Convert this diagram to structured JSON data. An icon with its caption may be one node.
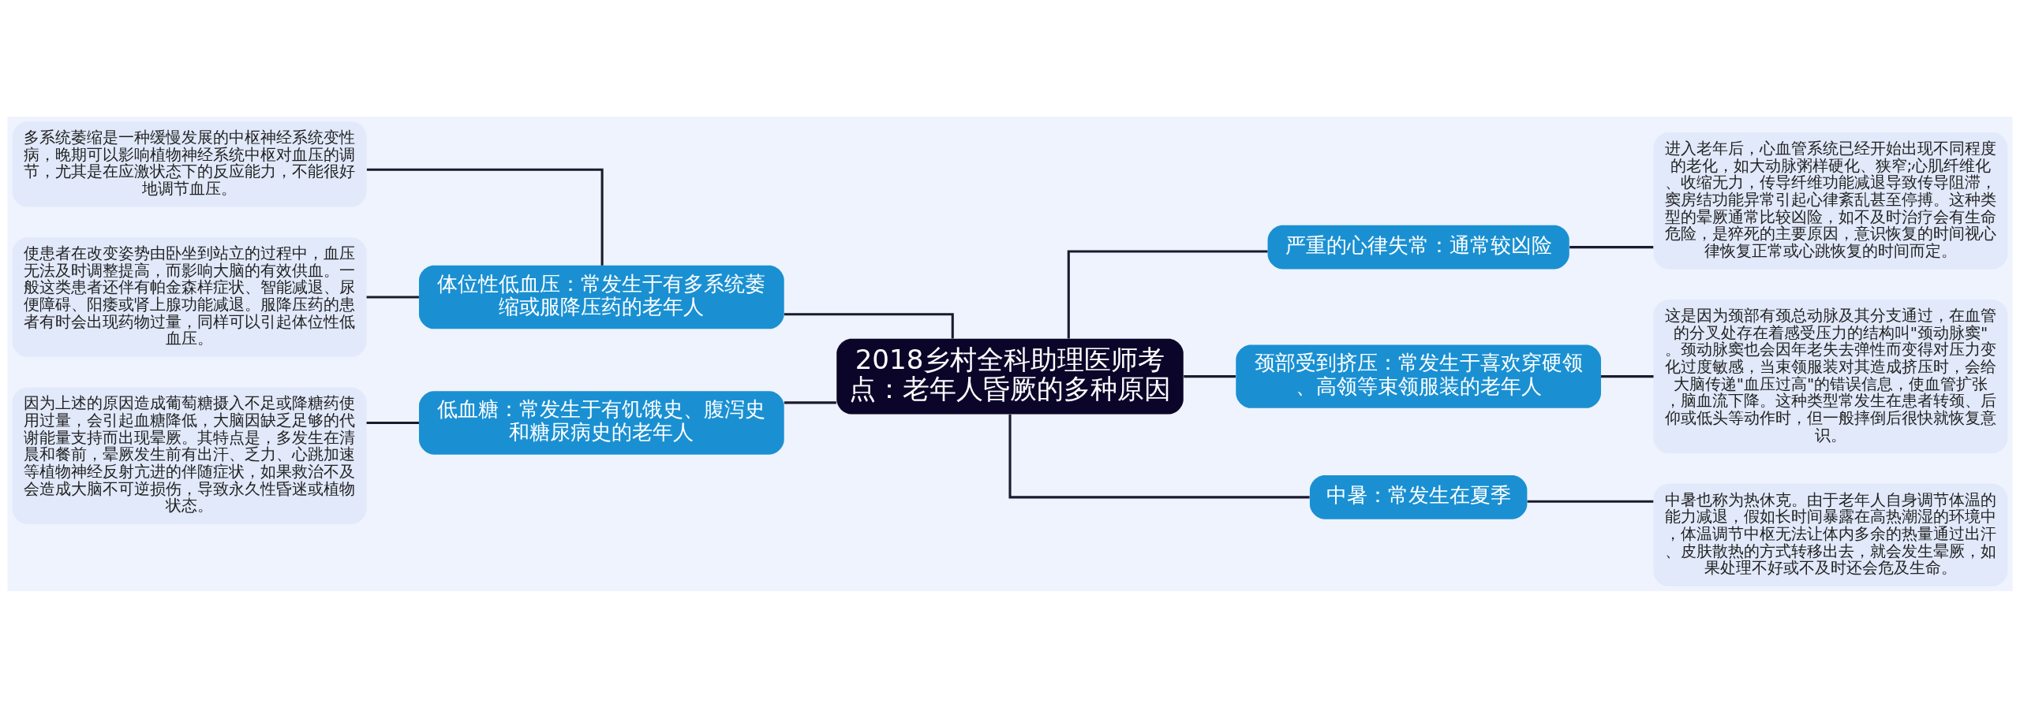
{
  "diagram": {
    "nodes": [
      {
        "text": [
          "2018乡村全科助理医师考点：老年人昏厥的多种原因"
        ]
      },
      {
        "text": [
          "体位性低血压：常发生于有多系统萎缩或服降压药的老年人"
        ]
      },
      {
        "text": [
          "多系统萎缩是一种缓慢发展的中枢神经系统变性病，晚期可以影响植物神经系统中枢对血压的调节，尤其是在应激状态下的反应能力，不能很好地调节血压。"
        ]
      },
      {
        "text": [
          "使患者在改变姿势由卧坐到站立的过程中，血压无法及时调整提高，而影响大脑的有效供血。一般这类患者还伴有帕金森样症状、智能减退、尿便障碍、阳痿或肾上腺功能减退。服降压药的患者有时会出现药物过量，同样可以引起体位性低血压。"
        ]
      },
      {
        "text": [
          "低血糖：常发生于有饥饿史、腹泻史和糖尿病史的老年人"
        ]
      },
      {
        "text": [
          "因为上述的原因造成葡萄糖摄入不足或降糖药使用过量，会引起血糖降低，大脑因缺乏足够的代谢能量支持而出现晕厥。其特点是，多发生在清晨和餐前，晕厥发生前有出汗、乏力、心跳加速等植物神经反射亢进的伴随症状，如果救治不及会造成大脑不可逆损伤，导致永久性昏迷或植物状态。"
        ]
      },
      {
        "text": [
          "严重的心律失常：通常较凶险"
        ]
      },
      {
        "text": [
          "进入老年后，心血管系统已经开始出现不同程度的老化，如大动脉粥样硬化、狭窄;心肌纤维化、收缩无力，传导纤维功能减退导致传导阻滞，窦房结功能异常引起心律紊乱甚至停搏。这种类型的晕厥通常比较凶险，如不及时治疗会有生命危险，是猝死的主要原因，意识恢复的时间视心律恢复正常或心跳恢复的时间而定。"
        ]
      },
      {
        "text": [
          "颈部受到挤压：常发生于喜欢穿硬领、高领等束领服装的老年人"
        ]
      },
      {
        "text": [
          "这是因为颈部有颈总动脉及其分支通过，在血管的分叉处存在着感受压力的结构叫\"颈动脉窦\"。颈动脉窦也会因年老失去弹性而变得对压力变化过度敏感，当束领服装对其造成挤压时，会给大脑传递\"血压过高\"的错误信息，使血管扩张，脑血流下降。这种类型常发生在患者转颈、后仰或低头等动作时，但一般摔倒后很快就恢复意识。"
        ]
      },
      {
        "text": [
          "中暑：常发生在夏季"
        ]
      },
      {
        "text": [
          "中暑也称为热休克。由于老年人自身调节体温的能力减退，假如长时间暴露在高热潮湿的环境中，体温调节中枢无法让体内多余的热量通过出汗、皮肤散热的方式转移出去，就会发生晕厥，如果处理不好或不及时还会危及生命。"
        ]
      }
    ],
    "edges": [
      {
        "from": 2,
        "to": 1,
        "arrow": "none"
      },
      {
        "from": 3,
        "to": 1,
        "arrow": "none"
      },
      {
        "from": 1,
        "to": 0,
        "arrow": "none"
      },
      {
        "from": 5,
        "to": 4,
        "arrow": "none"
      },
      {
        "from": 4,
        "to": 0,
        "arrow": "none"
      },
      {
        "from": 0,
        "to": 6,
        "arrow": "none"
      },
      {
        "from": 6,
        "to": 7,
        "arrow": "none"
      },
      {
        "from": 0,
        "to": 8,
        "arrow": "none"
      },
      {
        "from": 8,
        "to": 9,
        "arrow": "none"
      },
      {
        "from": 0,
        "to": 10,
        "arrow": "none"
      },
      {
        "from": 10,
        "to": 11,
        "arrow": "none"
      }
    ]
  }
}
